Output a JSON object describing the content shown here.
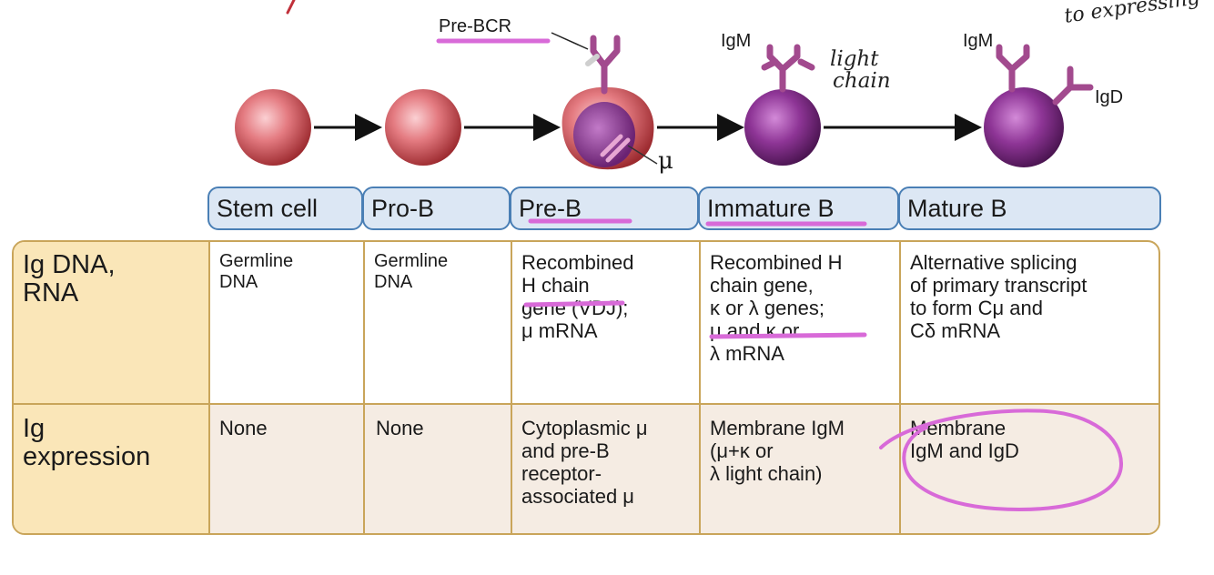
{
  "labels": {
    "pre_bcr": "Pre-BCR",
    "mu": "μ",
    "igm_1": "IgM",
    "igm_2": "IgM",
    "igd": "IgD"
  },
  "handwritten": {
    "light_chain_1": "light",
    "light_chain_2": "chain",
    "top_right": "to expressing"
  },
  "stages": [
    "Stem cell",
    "Pro-B",
    "Pre-B",
    "Immature B",
    "Mature B"
  ],
  "rows": [
    {
      "header": "Ig DNA,\nRNA",
      "cells": [
        "Germline\nDNA",
        "Germline\nDNA",
        "Recombined\nH chain\ngene (VDJ);\nμ mRNA",
        "Recombined H\nchain gene,\nκ or λ genes;\nμ and κ or\nλ mRNA",
        "Alternative splicing\nof primary transcript\nto form Cμ and\nCδ mRNA"
      ]
    },
    {
      "header": "Ig\nexpression",
      "cells": [
        "None",
        "None",
        "Cytoplasmic μ\nand pre-B\nreceptor-\nassociated μ",
        "Membrane IgM\n(μ+κ or\nλ light chain)",
        "Membrane\nIgM and IgD"
      ]
    }
  ],
  "colors": {
    "stage_fill": "#dce7f4",
    "stage_border": "#4a7fb5",
    "table_border": "#c9a55a",
    "row_header_fill": "#fae6b8",
    "row2_fill": "#f5ece3",
    "annotation": "#d86ad8",
    "early_cell": "#d9575d",
    "late_cell": "#7a2a85",
    "receptor": "#a24a8e"
  }
}
